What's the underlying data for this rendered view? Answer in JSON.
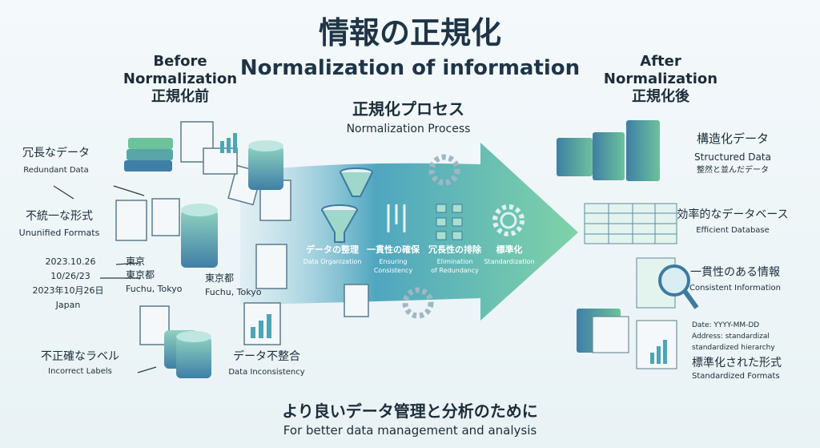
{
  "title": {
    "jp": "情報の正規化",
    "en": "Normalization of information"
  },
  "before": {
    "line1": "Before",
    "line2": "Normalization",
    "jp": "正規化前"
  },
  "after": {
    "line1": "After",
    "line2": "Normalization",
    "jp": "正規化後"
  },
  "process": {
    "jp": "正規化プロセス",
    "en": "Normalization Process",
    "steps": [
      {
        "jp": "データの整理",
        "en": "Data Organization",
        "en2": ""
      },
      {
        "jp": "一貫性の確保",
        "en": "Ensuring",
        "en2": "Consistency"
      },
      {
        "jp": "冗長性の排除",
        "en": "Elimination",
        "en2": "of Redundancy"
      },
      {
        "jp": "標準化",
        "en": "Standardization",
        "en2": ""
      }
    ]
  },
  "problems": [
    {
      "jp": "冗長なデータ",
      "en": "Redundant Data"
    },
    {
      "jp": "不統一な形式",
      "en": "Ununified Formats"
    },
    {
      "jp": "不正確なラベル",
      "en": "Incorrect Labels"
    },
    {
      "jp": "データ不整合",
      "en": "Data Inconsistency"
    }
  ],
  "date_examples": [
    "2023.10.26",
    "10/26/23",
    "2023年10月26日",
    "Japan"
  ],
  "address_examples": [
    "東京",
    "東京都",
    "Fuchu, Tokyo"
  ],
  "address_examples2": [
    "東京都",
    "Fuchu, Tokyo"
  ],
  "results": [
    {
      "jp": "構造化データ",
      "en": "Structured Data",
      "sub": "整然と並んだデータ"
    },
    {
      "jp": "効率的なデータベース",
      "en": "Efficient Database"
    },
    {
      "jp": "一貫性のある情報",
      "en": "Consistent Information"
    },
    {
      "jp": "標準化された形式",
      "en": "Standardized Formats",
      "notes": [
        "Date: YYYY-MM-DD",
        "Address: standardizal",
        "standardized hierarchy"
      ]
    }
  ],
  "footer": {
    "jp": "より良いデータ管理と分析のために",
    "en": "For better data management and analysis"
  },
  "colors": {
    "navy": "#1c2d3a",
    "teal": "#4aa6b8",
    "green": "#6cc29a",
    "blue": "#3d7aa0"
  }
}
